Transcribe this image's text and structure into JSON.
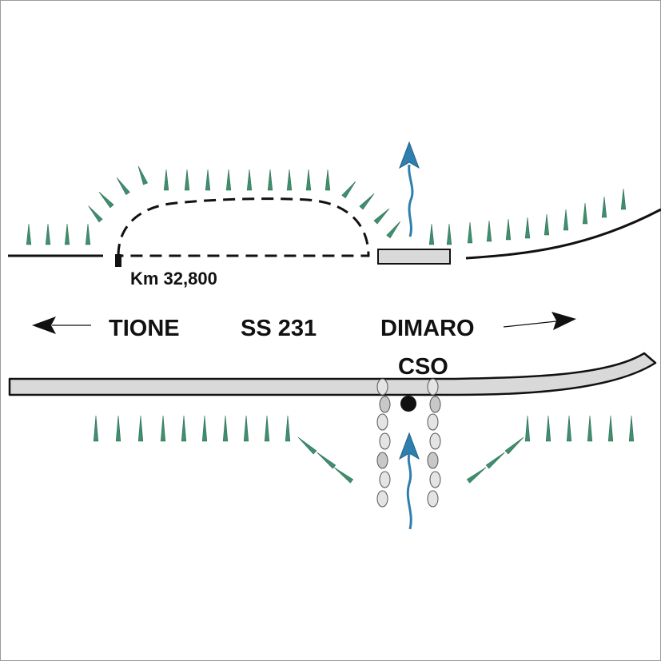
{
  "labels": {
    "km": "Km 32,800",
    "left_destination": "TIONE",
    "road": "SS 231",
    "right_destination": "DIMARO",
    "station": "CSO"
  },
  "colors": {
    "slope_tick": "#3f8f6e",
    "flow_arrow": "#2f7fae",
    "road_fill": "#d9d9d9",
    "outline": "#111111",
    "boulder_fill": "#e4e4e4"
  },
  "icons": {
    "direction_left": "arrow-left-icon",
    "direction_right": "arrow-right-icon",
    "flow": "flow-arrow-icon",
    "station_marker": "station-dot-icon"
  }
}
